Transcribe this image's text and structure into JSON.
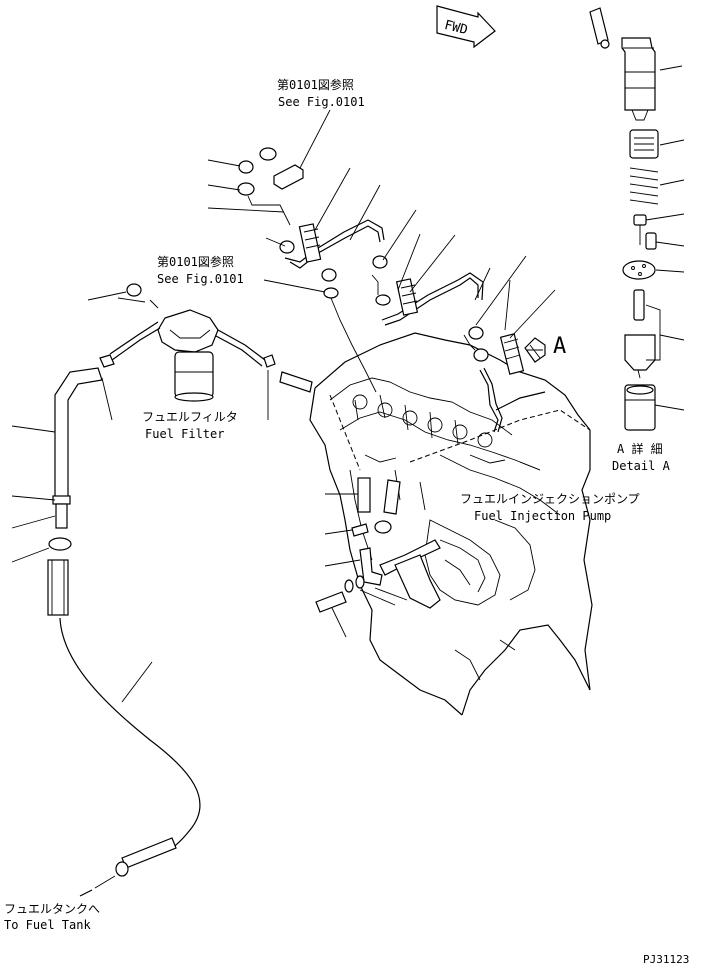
{
  "fwd_label": "FWD",
  "callouts": {
    "see_fig_top_jp": "第0101図参照",
    "see_fig_top_en": "See Fig.0101",
    "see_fig_mid_jp": "第0101図参照",
    "see_fig_mid_en": "See Fig.0101",
    "fuel_filter_jp": "フュエルフィルタ",
    "fuel_filter_en": "Fuel Filter",
    "injection_pump_jp": "フュエルインジェクションポンプ",
    "injection_pump_en": "Fuel Injection Pump",
    "detail_a_jp": "A 詳 細",
    "detail_a_en": "Detail A",
    "view_a": "A",
    "fuel_tank_jp": "フュエルタンクへ",
    "fuel_tank_en": "To Fuel Tank",
    "drawing_no": "PJ31123"
  },
  "icons": [
    "fwd-arrow-icon",
    "view-direction-arrow-icon",
    "flow-arrow-icon"
  ]
}
